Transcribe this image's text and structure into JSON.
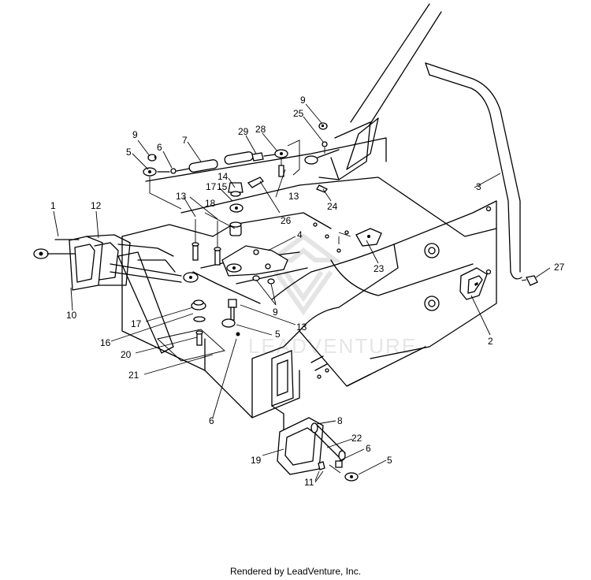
{
  "diagram": {
    "callouts": [
      {
        "id": "c1",
        "label": "1"
      },
      {
        "id": "c12",
        "label": "12"
      },
      {
        "id": "c10",
        "label": "10"
      },
      {
        "id": "c9a",
        "label": "9"
      },
      {
        "id": "c5a",
        "label": "5"
      },
      {
        "id": "c6a",
        "label": "6"
      },
      {
        "id": "c7",
        "label": "7"
      },
      {
        "id": "c29",
        "label": "29"
      },
      {
        "id": "c28",
        "label": "28"
      },
      {
        "id": "c9b",
        "label": "9"
      },
      {
        "id": "c25",
        "label": "25"
      },
      {
        "id": "c3",
        "label": "3"
      },
      {
        "id": "c14",
        "label": "14"
      },
      {
        "id": "c15",
        "label": "15"
      },
      {
        "id": "c17a",
        "label": "17"
      },
      {
        "id": "c13a",
        "label": "13"
      },
      {
        "id": "c18",
        "label": "18"
      },
      {
        "id": "c13b",
        "label": "13"
      },
      {
        "id": "c26",
        "label": "26"
      },
      {
        "id": "c24",
        "label": "24"
      },
      {
        "id": "c4",
        "label": "4"
      },
      {
        "id": "c23",
        "label": "23"
      },
      {
        "id": "c27",
        "label": "27"
      },
      {
        "id": "c9c",
        "label": "9"
      },
      {
        "id": "c13c",
        "label": "13"
      },
      {
        "id": "c17b",
        "label": "17"
      },
      {
        "id": "c16",
        "label": "16"
      },
      {
        "id": "c20",
        "label": "20"
      },
      {
        "id": "c21",
        "label": "21"
      },
      {
        "id": "c5b",
        "label": "5"
      },
      {
        "id": "c6b",
        "label": "6"
      },
      {
        "id": "c2",
        "label": "2"
      },
      {
        "id": "c8",
        "label": "8"
      },
      {
        "id": "c22",
        "label": "22"
      },
      {
        "id": "c6c",
        "label": "6"
      },
      {
        "id": "c19",
        "label": "19"
      },
      {
        "id": "c5c",
        "label": "5"
      },
      {
        "id": "c11",
        "label": "11"
      }
    ],
    "watermark": "LEADVENTURE"
  },
  "footer": {
    "text": "Rendered by LeadVenture, Inc."
  }
}
